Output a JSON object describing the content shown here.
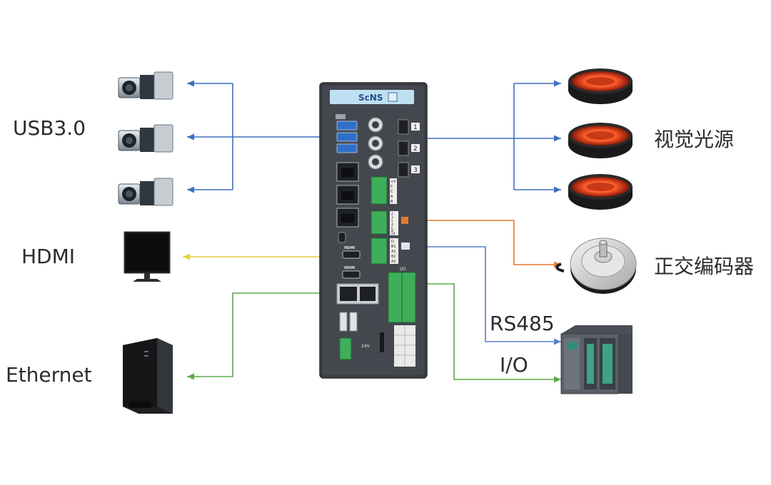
{
  "labels": {
    "usb": "USB3.0",
    "hdmi": "HDMI",
    "ethernet": "Ethernet",
    "light": "视觉光源",
    "encoder": "正交编码器",
    "rs485": "RS485",
    "io": "I/O"
  },
  "device": {
    "brand": "ScNS",
    "port_numbers": [
      "1",
      "2",
      "3"
    ],
    "port_text": {
      "hdmi": "HDMI",
      "io": "I/O",
      "power": "24V"
    },
    "terminal_a": [
      "+5",
      "5",
      "C",
      "A",
      "B"
    ],
    "terminal_b": [
      "2",
      "3",
      "5",
      "4",
      "C",
      "B",
      "24"
    ],
    "terminal_c": [
      "D",
      "B1",
      "A1",
      "B2",
      "A2"
    ]
  },
  "colors": {
    "usb_line": "#3d6fbf",
    "hdmi_line": "#e6cf3a",
    "ethernet_line": "#5aaa4a",
    "encoder_line": "#e8792e",
    "rs485_line": "#5a7ec9",
    "light_glow": "#ff5a2a",
    "device_body": "#3a3d42"
  },
  "icons": {
    "camera": "industrial-camera-icon",
    "monitor": "monitor-icon",
    "pc": "pc-tower-icon",
    "ring_light": "ring-light-icon",
    "encoder": "rotary-encoder-icon",
    "plc": "plc-icon"
  }
}
